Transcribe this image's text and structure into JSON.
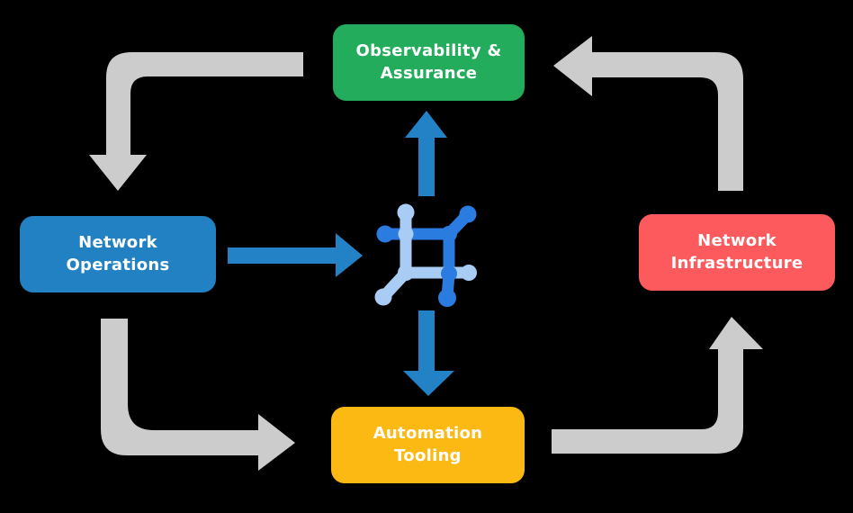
{
  "nodes": {
    "top": {
      "label": "Observability &\nAssurance",
      "color": "#23AC5B"
    },
    "left": {
      "label": "Network\nOperations",
      "color": "#2181C3"
    },
    "right": {
      "label": "Network\nInfrastructure",
      "color": "#FC5A5C"
    },
    "bottom": {
      "label": "Automation\nTooling",
      "color": "#FDB913"
    }
  },
  "icon": {
    "semantic": "network-nodes-icon",
    "dark": "#2B7CE0",
    "light": "#A9CCF5"
  },
  "colors": {
    "background": "#000000",
    "cycle_arrow": "#CCCCCC",
    "flow_arrow": "#2382C6",
    "text": "#FFFFFF"
  }
}
